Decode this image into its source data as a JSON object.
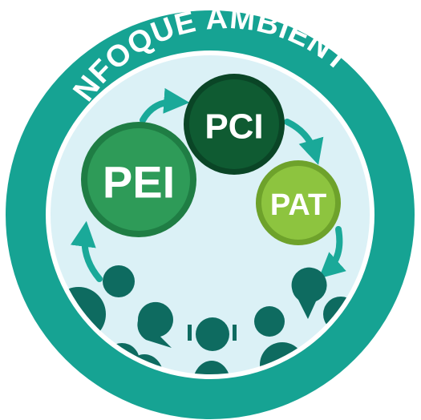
{
  "title": "ENFOQUE AMBIENTAL",
  "nodes": [
    {
      "id": "pei",
      "label": "PEI"
    },
    {
      "id": "pci",
      "label": "PCI"
    },
    {
      "id": "pat",
      "label": "PAT"
    }
  ],
  "colors": {
    "ring": "#16a393",
    "inner_bg": "#dbf1f6",
    "people": "#0e6b60",
    "arrows": "#1aa999",
    "pei": "#2e9b58",
    "pei_border": "#1f7d44",
    "pci": "#0f5b32",
    "pci_border": "#0a4526",
    "pat": "#8dc43f",
    "pat_border": "#6ea22b"
  },
  "icons": [
    "cycle-arrow-icon",
    "person-icon",
    "speech-bubble-icon",
    "presenter-icon"
  ]
}
